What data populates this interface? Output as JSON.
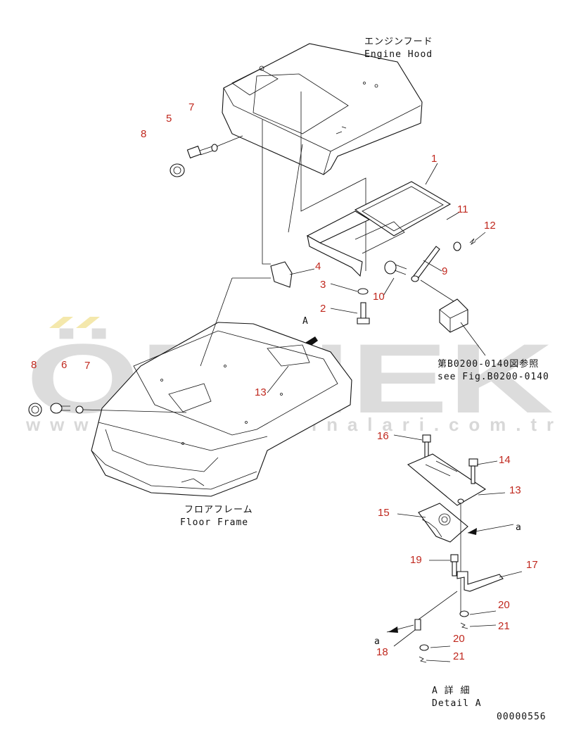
{
  "watermark": {
    "brand": "ÖRNEK",
    "url": "www.ornekismakinalari.com.tr",
    "color": "#d9d9d9",
    "accent": "#f3e6a4"
  },
  "labels": {
    "engine_hood_jp": "エンジンフード",
    "engine_hood_en": "Engine Hood",
    "floor_frame_jp": "フロアフレーム",
    "floor_frame_en": "Floor Frame",
    "see_ref_jp": "第B0200-0140図参照",
    "see_ref_en": "see Fig.B0200-0140",
    "detail_jp": "A 詳 細",
    "detail_en": "Detail A",
    "view_a": "A",
    "ref_a_upper": "a",
    "ref_a_lower": "a",
    "doc_number": "00000556"
  },
  "callouts": {
    "c1": "1",
    "c2": "2",
    "c3": "3",
    "c4": "4",
    "c5": "5",
    "c6": "6",
    "c7a": "7",
    "c7b": "7",
    "c8a": "8",
    "c8b": "8",
    "c9": "9",
    "c10": "10",
    "c11": "11",
    "c12": "12",
    "c13a": "13",
    "c13b": "13",
    "c14": "14",
    "c15": "15",
    "c16": "16",
    "c17": "17",
    "c18": "18",
    "c19": "19",
    "c20a": "20",
    "c20b": "20",
    "c21a": "21",
    "c21b": "21"
  },
  "colors": {
    "callout": "#c0281e",
    "line": "#111111"
  }
}
